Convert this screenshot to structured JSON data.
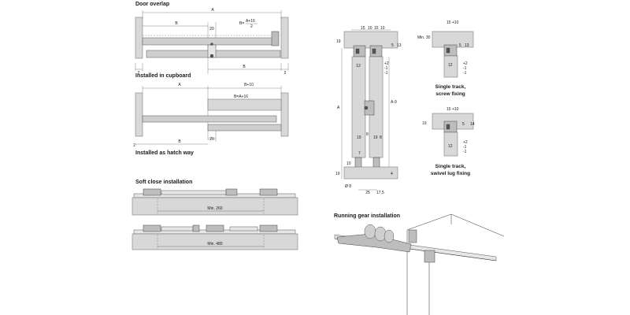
{
  "sections": {
    "door_overlap": "Door overlap",
    "installed_cupboard": "Installed in cupboard",
    "installed_hatch": "Installed as hatch way",
    "soft_close": "Soft close installation",
    "running_gear": "Running gear installation"
  },
  "door_overlap": {
    "dim_A": "A",
    "dim_B_top": "B",
    "dim_20": "20",
    "formula_prefix": "B=",
    "formula_num": "A+16",
    "formula_den": "2",
    "dim_2_left": "2",
    "dim_B_bottom": "B",
    "dim_2_right": "2"
  },
  "cupboard": {
    "dim_A": "A",
    "dim_B10": "B+10",
    "formula": "B=A+16",
    "dim_20": "20",
    "dim_2": "2",
    "dim_B": "B"
  },
  "soft_close": {
    "min_260": "Min. 260",
    "min_480": "Min. 480"
  },
  "front_view": {
    "top_dims": [
      "15",
      "10",
      "15",
      "10"
    ],
    "dim_19_top": "19",
    "dim_5": "5",
    "dim_13": "13",
    "dim_12": "12",
    "tol": [
      "+2",
      "-1",
      "-1"
    ],
    "dim_A": "A",
    "dim_A9": "A-9",
    "dim_8": "8",
    "bottom_dims": [
      "19",
      "19",
      "8"
    ],
    "dim_7": "7",
    "dim_10": "10",
    "dim_19_bottom": "19",
    "dim_4": "4",
    "dim_dia8": "Ø 8",
    "dim_25": "25",
    "dim_17_5": "17,5"
  },
  "single_screw": {
    "top_dims": "15 +10",
    "min30": "Min. 30",
    "dim_5": "5",
    "dim_13": "13",
    "dim_12": "12",
    "tol": [
      "+2",
      "-1",
      "-1"
    ],
    "caption": [
      "Single track,",
      "screw fixing"
    ]
  },
  "single_swivel": {
    "top_dims": "15 +10",
    "dim_19": "19",
    "dim_5": "5",
    "dim_14": "14",
    "dim_12": "12",
    "tol": [
      "+2",
      "-1",
      "-1"
    ],
    "caption": [
      "Single track,",
      "swivel lug fixing"
    ]
  },
  "colors": {
    "line": "#333333",
    "panel": "#d8d8d8",
    "part": "#bdbdbd"
  }
}
